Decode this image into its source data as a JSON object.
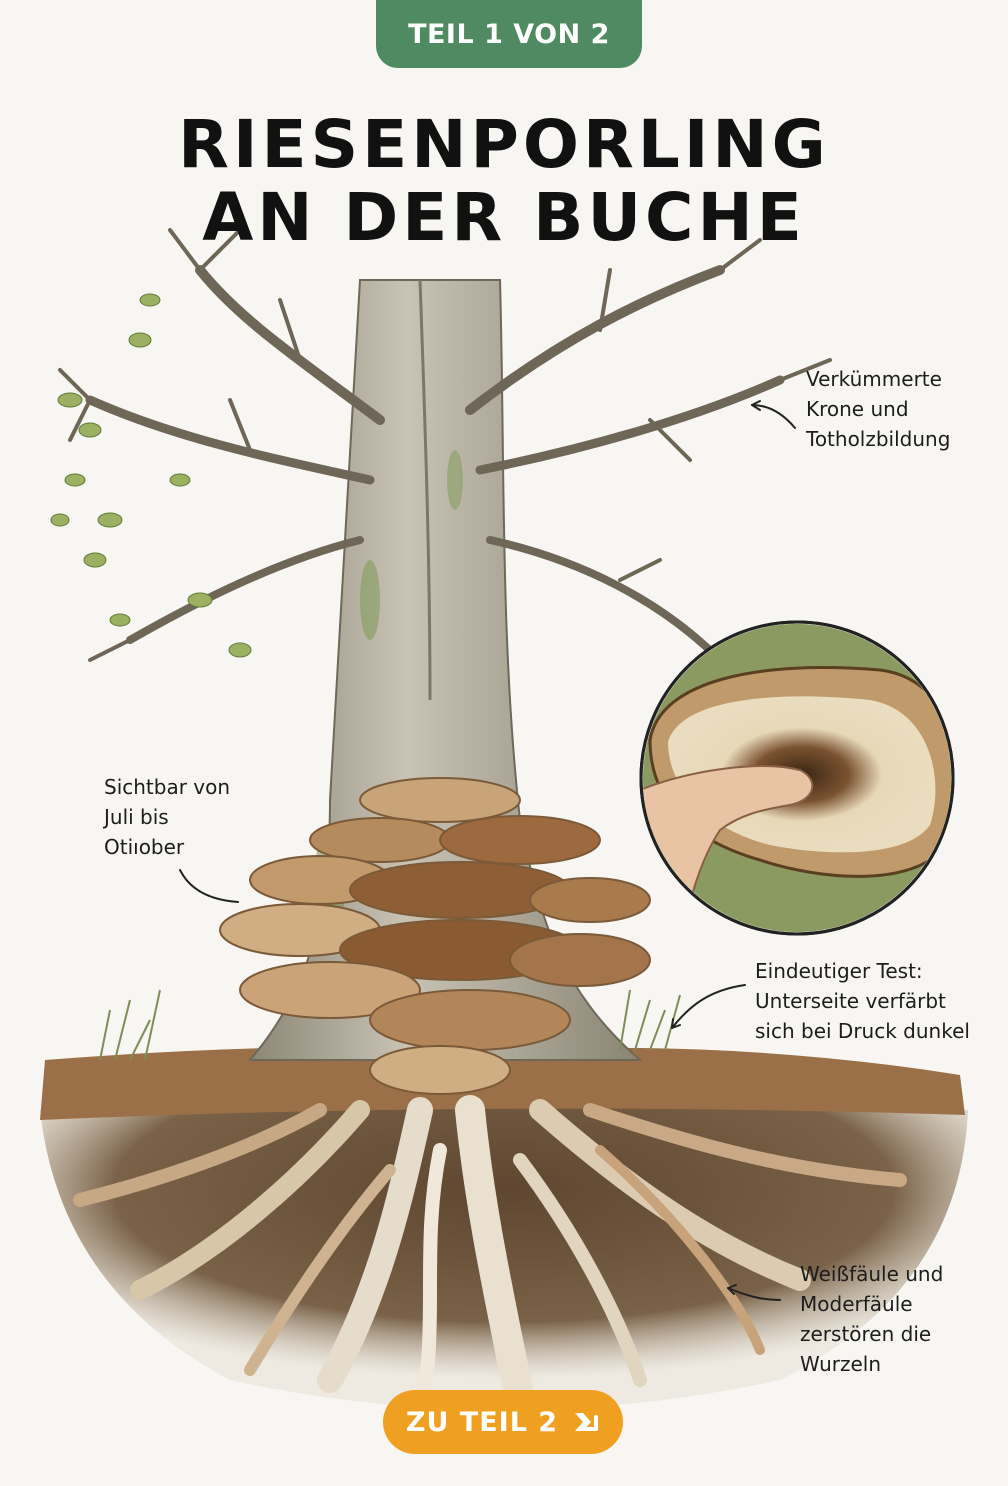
{
  "badge": {
    "label": "TEIL 1 VON 2"
  },
  "title": {
    "line1": "RIESENPORLING",
    "line2": "AN DER BUCHE"
  },
  "annotations": {
    "crown": [
      "Verkümmerte",
      "Krone und",
      "Totholzbildung"
    ],
    "season": [
      "Sichtbar von",
      "Juli bis",
      "Otiıober"
    ],
    "test": [
      "Eindeutiger Test:",
      "Unterseite verfärbt",
      "sich bei Druck dunkel"
    ],
    "roots": [
      "Weißfäule und",
      "Moderfäule",
      "zerstören die",
      "Wurzeln"
    ]
  },
  "cta": {
    "label": "ZU TEIL 2",
    "icon": "arrow-down-right-icon"
  },
  "colors": {
    "badge": "#4f8a62",
    "cta": "#f0a020",
    "bark": "#b9b3a4",
    "fungus": "#b58a5c",
    "soil": "#6b5238"
  }
}
